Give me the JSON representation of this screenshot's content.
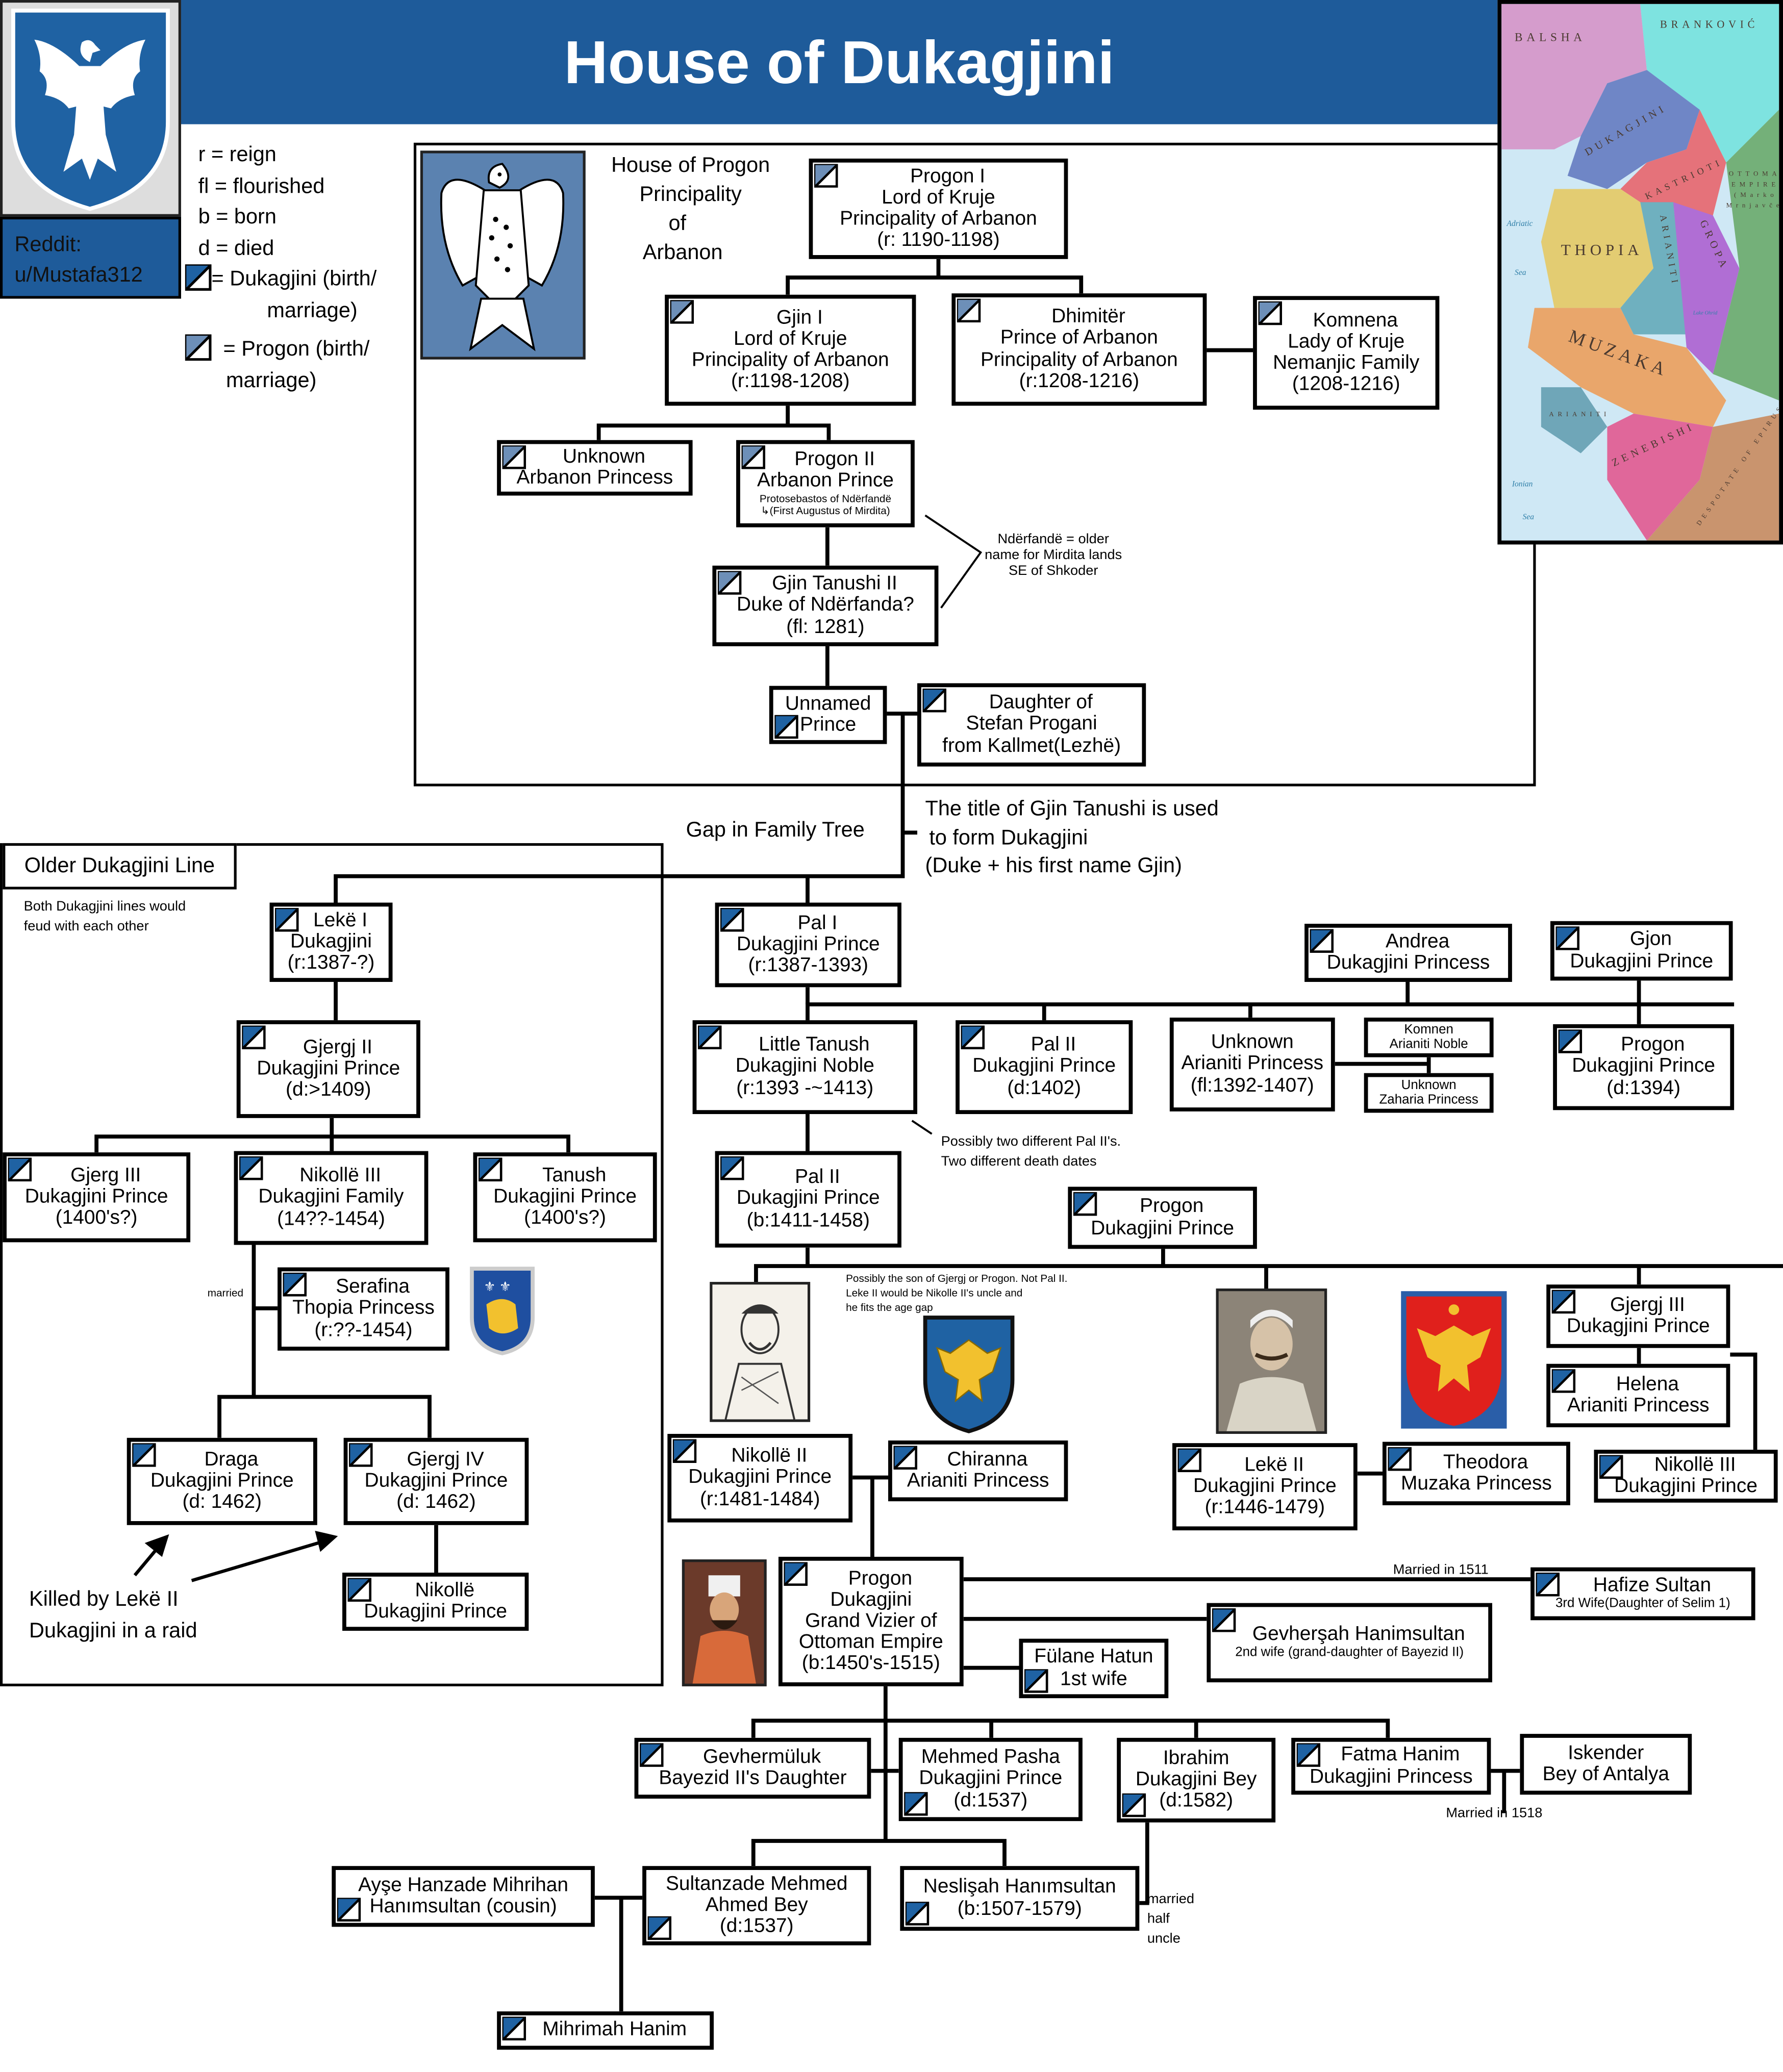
{
  "title": "House of Dukagjini",
  "legend": {
    "reign": "r = reign",
    "flourished": "fl = flourished",
    "born": "b = born",
    "died": "d = died",
    "dukagjini_1": "= Dukagjini (birth/",
    "dukagjini_2": "marriage)",
    "progon_1": "= Progon (birth/",
    "progon_2": "marriage)"
  },
  "reddit": {
    "label": "Reddit:",
    "user": "u/Mustafa312"
  },
  "colors": {
    "header_blue": "#1e5b9a",
    "dukagjini_marker": "#1f62a3",
    "progon_marker": "#6d8fb8",
    "progon_crest_bg": "#5b82b0"
  },
  "house_of_progon": [
    "House of Progon",
    "Principality",
    "of",
    "Arbanon"
  ],
  "older_line_label": "Older Dukagjini Line",
  "notes": {
    "ndeerfande": [
      "Ndërfandë = older",
      "name for Mirdita lands",
      "SE of Shkoder"
    ],
    "title_origin": [
      "The title of Gjin Tanushi is used",
      "to form Dukagjini",
      "(Duke + his first name Gjin)"
    ],
    "gap": "Gap in Family Tree",
    "feud": [
      "Both Dukagjini lines would",
      "feud with each other"
    ],
    "pal_ii": [
      "Possibly two different Pal II's.",
      "Two different death dates"
    ],
    "nikolle_ii": [
      "Possibly the son of Gjergj or Progon. Not Pal II.",
      "Leke II would be Nikolle II's uncle and",
      "he fits the age gap"
    ],
    "married": "married",
    "killed": [
      "Killed by Lekë II",
      "Dukagjini in a raid"
    ],
    "married_1511": "Married in 1511",
    "married_1518": "Married in 1518",
    "half_uncle": [
      "married",
      "half",
      "uncle"
    ]
  },
  "map": {
    "labels": [
      "BALSHA",
      "BRANKOVIĆ",
      "DUKAGJINI",
      "KASTRIOTI",
      "OTTOMAN",
      "EMPIRE",
      "(Marko",
      "Mrnjavčević)",
      "THOPIA",
      "ARIANITI",
      "GROPA",
      "MUZAKA",
      "ARIANITI",
      "ZENEBISHI",
      "DESPOTATE OF EPIRUS",
      "Adriatic",
      "Sea",
      "Ionian",
      "Sea",
      "Lake Ohrid"
    ]
  },
  "people": {
    "progon1": {
      "house": "progon",
      "lines": [
        "Progon I",
        "Lord of Kruje",
        "Principality of Arbanon",
        "(r: 1190-1198)"
      ]
    },
    "gjin1": {
      "house": "progon",
      "lines": [
        "Gjin I",
        "Lord of Kruje",
        "Principality of Arbanon",
        "(r:1198-1208)"
      ]
    },
    "dhimiter": {
      "house": "progon",
      "lines": [
        "Dhimitër",
        "Prince of Arbanon",
        "Principality of Arbanon",
        "(r:1208-1216)"
      ]
    },
    "komnena": {
      "house": "progon",
      "lines": [
        "Komnena",
        "Lady of Kruje",
        "Nemanjic Family",
        "(1208-1216)"
      ]
    },
    "unknown_arbanon": {
      "house": "progon",
      "lines": [
        "Unknown",
        "Arbanon Princess"
      ]
    },
    "progon2": {
      "house": "progon",
      "lines": [
        "Progon II",
        "Arbanon Prince"
      ],
      "small": [
        "Protosebastos of Ndërfandë",
        "↳(First Augustus of Mirdita)"
      ]
    },
    "gjin_tanushi": {
      "house": "progon",
      "lines": [
        "Gjin Tanushi  II",
        "Duke of Ndërfanda?",
        "(fl: 1281)"
      ]
    },
    "unnamed_prince": {
      "house": "dukagjini",
      "lines": [
        "Unnamed",
        "Prince"
      ]
    },
    "daughter_progani": {
      "house": "dukagjini",
      "lines": [
        "Daughter of",
        "Stefan Progani",
        "from Kallmet(Lezhë)"
      ]
    },
    "leke1": {
      "house": "dukagjini",
      "lines": [
        "Lekë I",
        "Dukagjini",
        "(r:1387-?)"
      ]
    },
    "gjergj2": {
      "house": "dukagjini",
      "lines": [
        "Gjergj II",
        "Dukagjini Prince",
        "(d:>1409)"
      ]
    },
    "gjerg3_old": {
      "house": "dukagjini",
      "lines": [
        "Gjerg III",
        "Dukagjini Prince",
        "(1400's?)"
      ]
    },
    "nikolle3_old": {
      "house": "dukagjini",
      "lines": [
        "Nikollë III",
        "Dukagjini Family",
        "(14??-1454)"
      ]
    },
    "tanush": {
      "house": "dukagjini",
      "lines": [
        "Tanush",
        "Dukagjini Prince",
        "(1400's?)"
      ]
    },
    "serafina": {
      "house": "dukagjini",
      "lines": [
        "Serafina",
        "Thopia Princess",
        "(r:??-1454)"
      ]
    },
    "draga": {
      "house": "dukagjini",
      "lines": [
        "Draga",
        "Dukagjini Prince",
        "(d: 1462)"
      ]
    },
    "gjergj4": {
      "house": "dukagjini",
      "lines": [
        "Gjergj IV",
        "Dukagjini Prince",
        "(d: 1462)"
      ]
    },
    "nikolle_old": {
      "house": "dukagjini",
      "lines": [
        "Nikollë",
        "Dukagjini  Prince"
      ]
    },
    "pal1": {
      "house": "dukagjini",
      "lines": [
        "Pal I",
        "Dukagjini Prince",
        "(r:1387-1393)"
      ]
    },
    "andrea": {
      "house": "dukagjini",
      "lines": [
        "Andrea",
        "Dukagjini Princess"
      ]
    },
    "gjon": {
      "house": "dukagjini",
      "lines": [
        "Gjon",
        "Dukagjini Prince"
      ]
    },
    "little_tanush": {
      "house": "dukagjini",
      "lines": [
        "Little Tanush",
        "Dukagjini Noble",
        "(r:1393 -~1413)"
      ]
    },
    "pal2_a": {
      "house": "dukagjini",
      "lines": [
        "Pal II",
        "Dukagjini Prince",
        "(d:1402)"
      ]
    },
    "unknown_arianiti": {
      "house": "none",
      "lines": [
        "Unknown",
        "Arianiti Princess",
        "(fl:1392-1407)"
      ]
    },
    "komnen": {
      "house": "none",
      "lines": [
        "Komnen",
        "Arianiti Noble"
      ]
    },
    "zaharia": {
      "house": "none",
      "lines": [
        "Unknown",
        "Zaharia Princess"
      ]
    },
    "progon_d1394": {
      "house": "dukagjini",
      "lines": [
        "Progon",
        "Dukagjini Prince",
        "(d:1394)"
      ]
    },
    "pal2_b": {
      "house": "dukagjini",
      "lines": [
        "Pal II",
        "Dukagjini Prince",
        "(b:1411-1458)"
      ]
    },
    "progon_prince": {
      "house": "dukagjini",
      "lines": [
        "Progon",
        "Dukagjini Prince"
      ]
    },
    "nikolle2": {
      "house": "dukagjini",
      "lines": [
        "Nikollë II",
        "Dukagjini Prince",
        "(r:1481-1484)"
      ]
    },
    "chiranna": {
      "house": "dukagjini",
      "lines": [
        "Chiranna",
        "Arianiti Princess"
      ]
    },
    "leke2": {
      "house": "dukagjini",
      "lines": [
        "Lekë II",
        "Dukagjini Prince",
        "(r:1446-1479)"
      ]
    },
    "theodora": {
      "house": "dukagjini",
      "lines": [
        "Theodora",
        "Muzaka Princess"
      ]
    },
    "gjergj3_new": {
      "house": "dukagjini",
      "lines": [
        "Gjergj III",
        "Dukagjini Prince"
      ]
    },
    "helena": {
      "house": "dukagjini",
      "lines": [
        "Helena",
        "Arianiti Princess"
      ]
    },
    "nikolle3_new": {
      "house": "dukagjini",
      "lines": [
        "Nikollë III",
        "Dukagjini Prince"
      ]
    },
    "progon_vizier": {
      "house": "dukagjini",
      "lines": [
        "Progon",
        "Dukagjini",
        "Grand Vizier of",
        "Ottoman Empire",
        "(b:1450's-1515)"
      ]
    },
    "fulane": {
      "house": "dukagjini",
      "lines": [
        "Fülane Hatun",
        "1st wife"
      ]
    },
    "gevhersah": {
      "house": "dukagjini",
      "lines": [
        "Gevherşah Hanimsultan"
      ],
      "medium": [
        "2nd wife (grand-daughter of Bayezid II)"
      ]
    },
    "hafize": {
      "house": "dukagjini",
      "lines": [
        "Hafize Sultan"
      ],
      "medium": [
        "3rd Wife(Daughter of Selim 1)"
      ]
    },
    "gevhermuluk": {
      "house": "dukagjini",
      "lines": [
        "Gevhermüluk",
        "Bayezid II's Daughter"
      ]
    },
    "mehmed_pasha": {
      "house": "dukagjini",
      "lines": [
        "Mehmed Pasha",
        "Dukagjini Prince",
        "(d:1537)"
      ]
    },
    "ibrahim": {
      "house": "dukagjini",
      "lines": [
        "Ibrahim",
        "Dukagjini Bey",
        "(d:1582)"
      ]
    },
    "fatma": {
      "house": "dukagjini",
      "lines": [
        "Fatma Hanim",
        "Dukagjini Princess"
      ]
    },
    "iskender": {
      "house": "none",
      "lines": [
        "Iskender",
        "Bey of Antalya"
      ]
    },
    "ayse": {
      "house": "dukagjini",
      "lines": [
        "Ayşe Hanzade Mihrihan",
        "Hanımsultan (cousin)"
      ]
    },
    "sultanzade": {
      "house": "dukagjini",
      "lines": [
        "Sultanzade Mehmed",
        "Ahmed Bey",
        "(d:1537)"
      ]
    },
    "neslisah": {
      "house": "dukagjini",
      "lines": [
        "Neslişah Hanımsultan",
        "(b:1507-1579)"
      ]
    },
    "mihrimah": {
      "house": "dukagjini",
      "lines": [
        "Mihrimah Hanim"
      ]
    }
  }
}
